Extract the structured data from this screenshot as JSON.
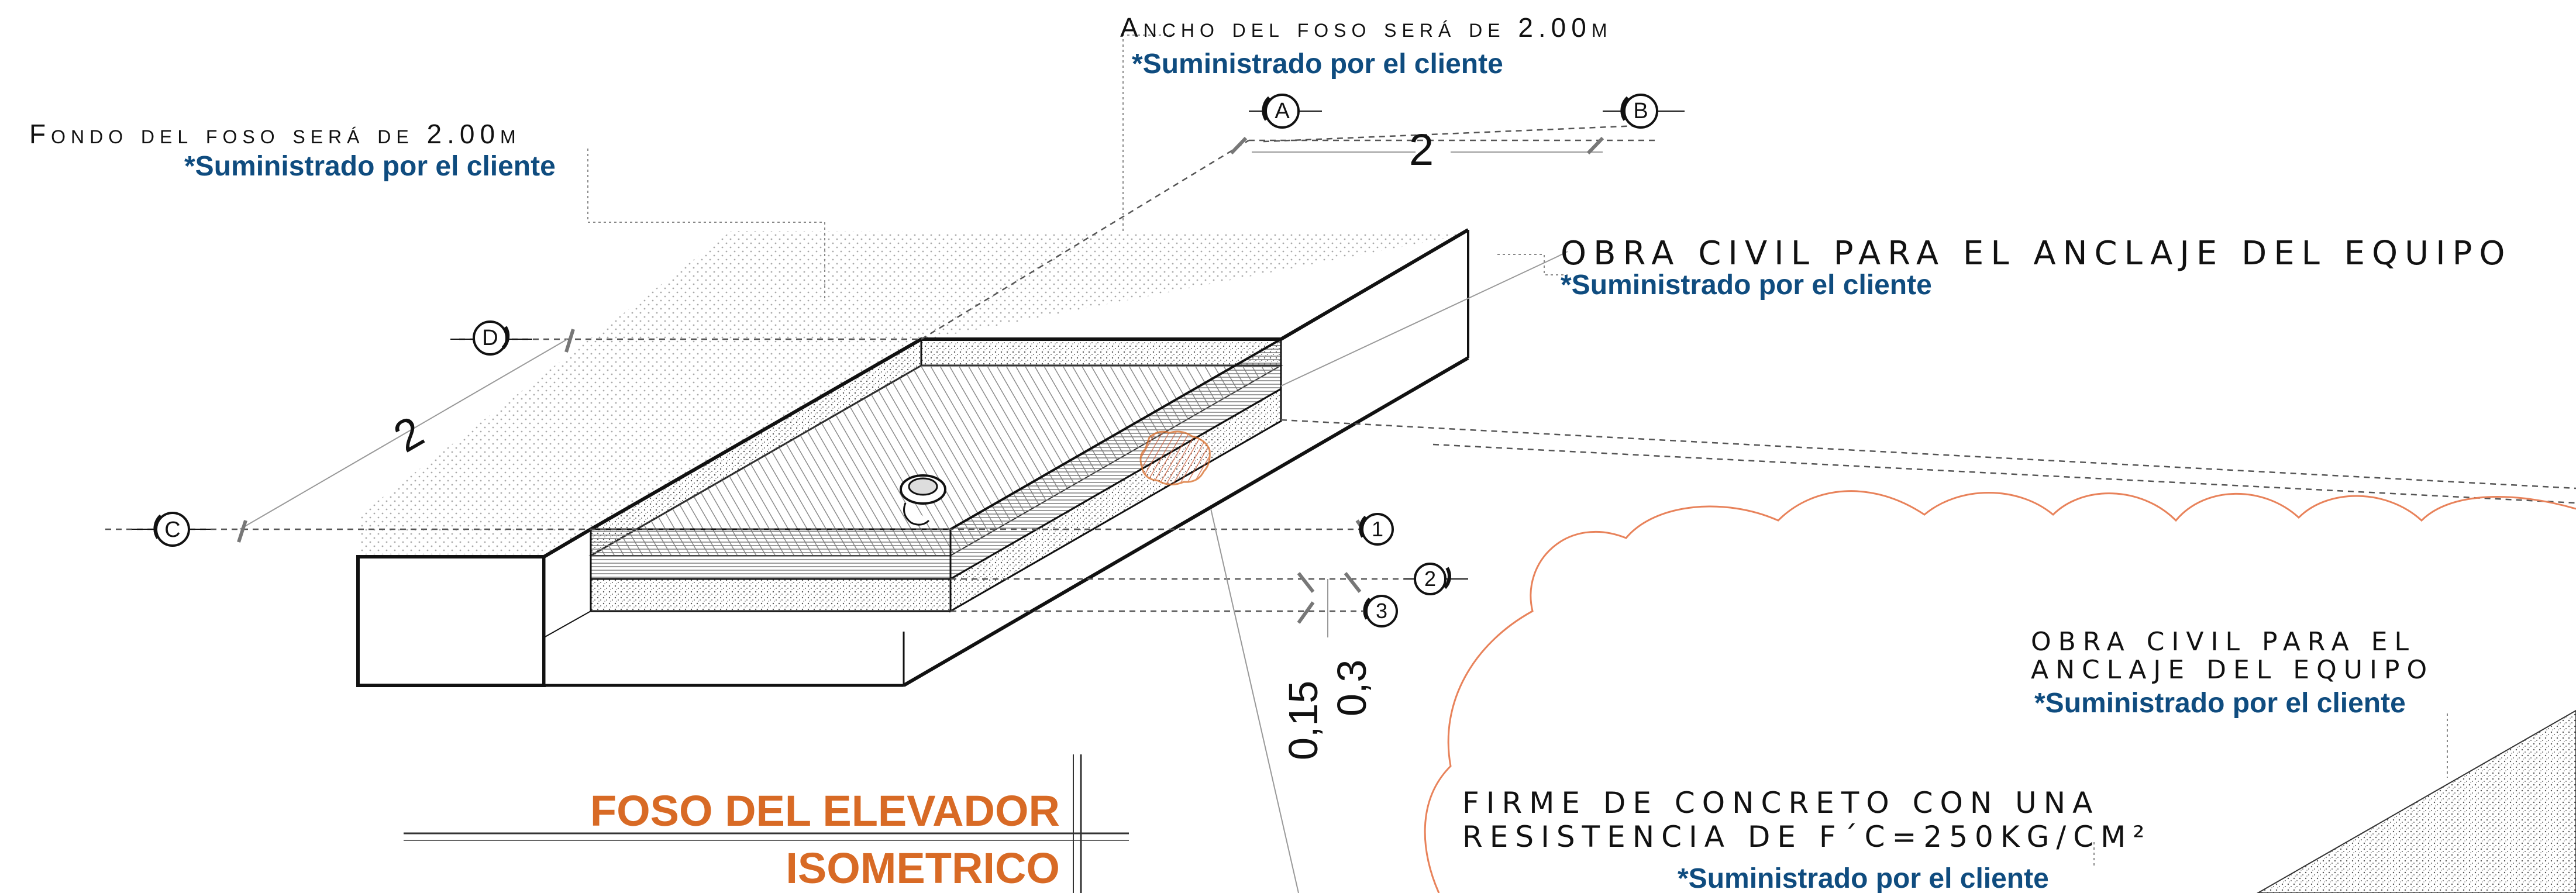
{
  "colors": {
    "note": "#0f4c7f",
    "title": "#d86a25",
    "cloud": "#e8825a",
    "line": "#111111",
    "hatch_pink": "#e8a080"
  },
  "notes": {
    "ancho_title": "Ancho del foso será de 2.00m",
    "ancho_note": "*Suministrado por el cliente",
    "fondo_title": "Fondo del foso será de 2.00m",
    "fondo_note": "*Suministrado por el cliente",
    "obra_title": "OBRA CIVIL PARA EL ANCLAJE DEL EQUIPO",
    "obra_note": "*Suministrado por el cliente",
    "obra2_line1": "OBRA CIVIL PARA EL",
    "obra2_line2": "ANCLAJE DEL EQUIPO",
    "obra2_note": "*Suministrado por el cliente",
    "firme_line1": "FIRME DE CONCRETO CON UNA",
    "firme_line2": "RESISTENCIA DE F´C=250KG/CM²",
    "firme_note": "*Suministrado por el cliente"
  },
  "dimensions": {
    "ancho": "2",
    "fondo": "2",
    "espesor_1": "0,15",
    "espesor_2": "0,3"
  },
  "grid_bubbles": {
    "a": "A",
    "b": "B",
    "c": "C",
    "d": "D",
    "n1": "1",
    "n2": "2",
    "n3": "3"
  },
  "title_block": {
    "line1": "FOSO DEL ELEVADOR",
    "line2": "ISOMETRICO"
  }
}
